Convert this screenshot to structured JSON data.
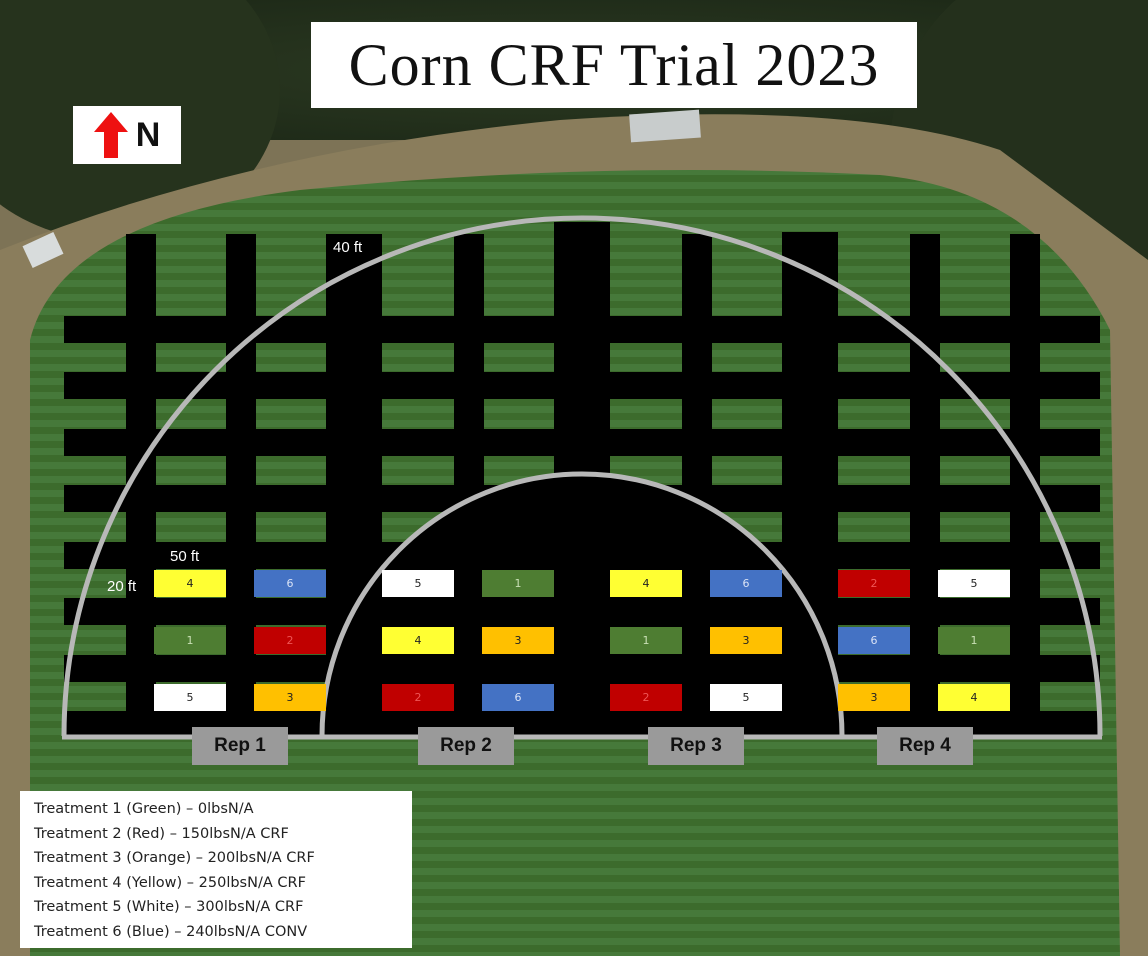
{
  "title": "Corn CRF Trial 2023",
  "north_label": "N",
  "dimensions": {
    "arc_radius": "40 ft",
    "plot_length": "50 ft",
    "plot_width": "20 ft"
  },
  "reps": [
    "Rep 1",
    "Rep 2",
    "Rep 3",
    "Rep 4"
  ],
  "plots": {
    "rep1": {
      "row1": [
        "4",
        "6"
      ],
      "row2": [
        "1",
        "2"
      ],
      "row3": [
        "5",
        "3"
      ]
    },
    "rep2": {
      "row1": [
        "5",
        "1"
      ],
      "row2": [
        "4",
        "3"
      ],
      "row3": [
        "2",
        "6"
      ]
    },
    "rep3": {
      "row1": [
        "4",
        "6"
      ],
      "row2": [
        "1",
        "3"
      ],
      "row3": [
        "2",
        "5"
      ]
    },
    "rep4": {
      "row1": [
        "2",
        "5"
      ],
      "row2": [
        "6",
        "1"
      ],
      "row3": [
        "3",
        "4"
      ]
    }
  },
  "treatment_colors": {
    "1": "#4e7d32",
    "2": "#c00000",
    "3": "#ffc000",
    "4": "#ffff33",
    "5": "#ffffff",
    "6": "#4472c4"
  },
  "legend": [
    "Treatment 1 (Green) – 0lbsN/A",
    "Treatment 2 (Red) – 150lbsN/A CRF",
    "Treatment 3 (Orange) – 200lbsN/A CRF",
    "Treatment 4 (Yellow) – 250lbsN/A CRF",
    "Treatment 5 (White) – 300lbsN/A CRF",
    "Treatment 6 (Blue) – 240lbsN/A CONV"
  ]
}
